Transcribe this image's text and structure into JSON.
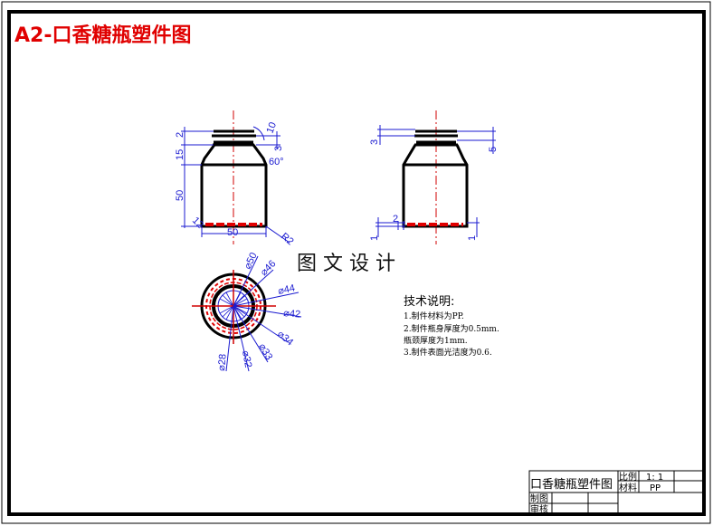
{
  "title": "A2-口香糖瓶塑件图",
  "watermark": "图 文 设 计",
  "front_view": {
    "dims": [
      "2",
      "15",
      "50",
      "12",
      "50",
      "R2",
      "10",
      "3",
      "60°"
    ]
  },
  "side_view": {
    "dims": [
      "3",
      "5",
      "2",
      "1",
      "1"
    ]
  },
  "top_view": {
    "dims": [
      "⌀50",
      "⌀46",
      "⌀44",
      "⌀42",
      "⌀34",
      "⌀33",
      "⌀32",
      "⌀28"
    ]
  },
  "notes": {
    "heading": "技术说明:",
    "lines": [
      "1.制件材料为PP.",
      "2.制件瓶身厚度为0.5mm.",
      "瓶颈厚度为1mm.",
      "3.制件表面光洁度为0.6."
    ]
  },
  "title_block": {
    "part_name": "口香糖瓶塑件图",
    "scale_label": "比例",
    "scale_value": "1: 1",
    "material_label": "材料",
    "material_value": "PP",
    "drawn_label": "制图",
    "checked_label": "审核"
  },
  "colors": {
    "outline": "#000000",
    "dimension": "#1a1ad0",
    "centerline": "#d00000",
    "title": "#e00000"
  }
}
